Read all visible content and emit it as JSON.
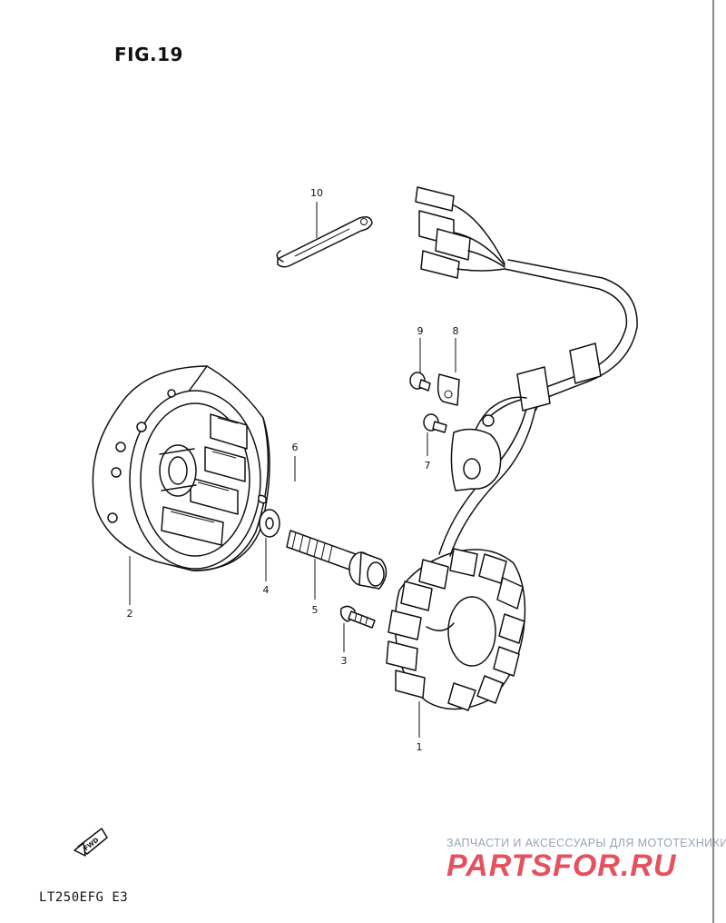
{
  "figure": {
    "title": "FIG.19",
    "model": "LT250EFG E3"
  },
  "parts": [
    {
      "number": "1"
    },
    {
      "number": "2"
    },
    {
      "number": "3"
    },
    {
      "number": "4"
    },
    {
      "number": "5"
    },
    {
      "number": "6"
    },
    {
      "number": "7"
    },
    {
      "number": "8"
    },
    {
      "number": "9"
    },
    {
      "number": "10"
    }
  ],
  "direction_mark": "FWD",
  "watermark": {
    "tagline": "ЗАПЧАСТИ И АКСЕССУАРЫ ДЛЯ МОТОТЕХНИКИ",
    "brand": "PARTSFOR.RU",
    "brand_color": "#e23a4a"
  }
}
